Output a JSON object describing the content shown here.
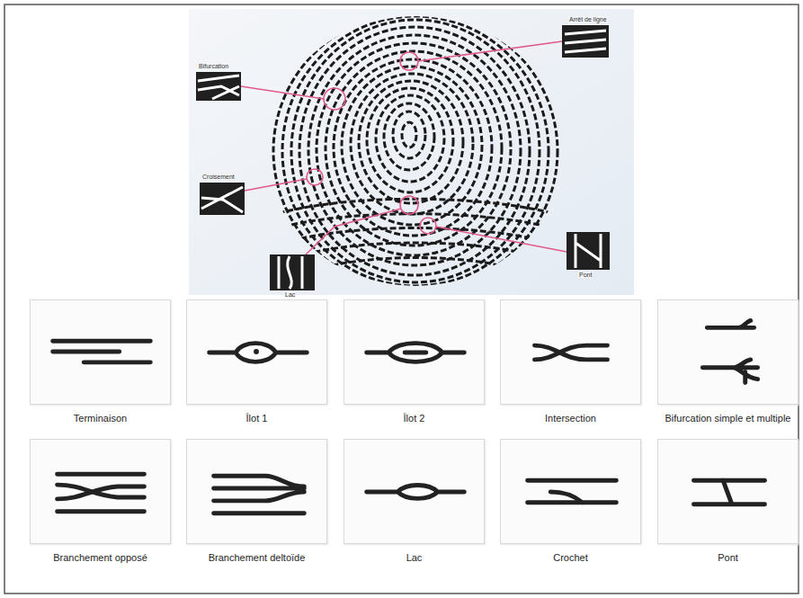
{
  "diagram": {
    "nodes": [
      {
        "text": [
          "Terminaison"
        ]
      },
      {
        "text": [
          "Îlot 1"
        ]
      },
      {
        "text": [
          "Îlot 2"
        ]
      },
      {
        "text": [
          "Intersection"
        ]
      },
      {
        "text": [
          "Bifurcation simple et multiple"
        ]
      },
      {
        "text": [
          "Branchement opposé"
        ]
      },
      {
        "text": [
          "Branchement deltoïde"
        ]
      },
      {
        "text": [
          "Lac"
        ]
      },
      {
        "text": [
          "Crochet"
        ]
      },
      {
        "text": [
          "Pont"
        ]
      }
    ],
    "labels": [
      "Arrêt de ligne",
      "Bifurcation",
      "Croisement",
      "Pont",
      "Lac"
    ]
  }
}
